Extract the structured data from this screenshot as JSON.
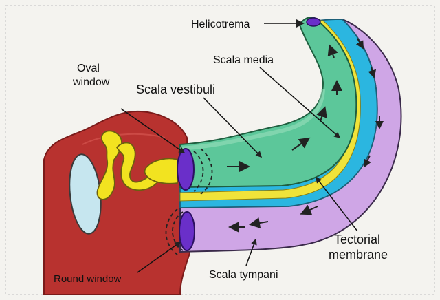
{
  "diagram": {
    "labels": {
      "helicotrema": "Helicotrema",
      "oval_window_line1": "Oval",
      "oval_window_line2": "window",
      "scala_vestibuli": "Scala vestibuli",
      "scala_media": "Scala media",
      "tectorial_line1": "Tectorial",
      "tectorial_line2": "membrane",
      "round_window": "Round window",
      "scala_tympani": "Scala tympani"
    },
    "colors": {
      "background": "#f4f3ef",
      "frame_border": "#c9c9c9",
      "middle_ear": "#b8322f",
      "middle_ear_edge": "#7a1b1a",
      "eardrum": "#c6e6ef",
      "ossicles": "#f2e320",
      "scala_vestibuli": "#5cc79a",
      "scala_media": "#2bb6e0",
      "tectorial_membrane": "#f0e33a",
      "scala_tympani": "#cfa6e6",
      "windows": "#6a2fc9",
      "arrows": "#222222"
    }
  }
}
